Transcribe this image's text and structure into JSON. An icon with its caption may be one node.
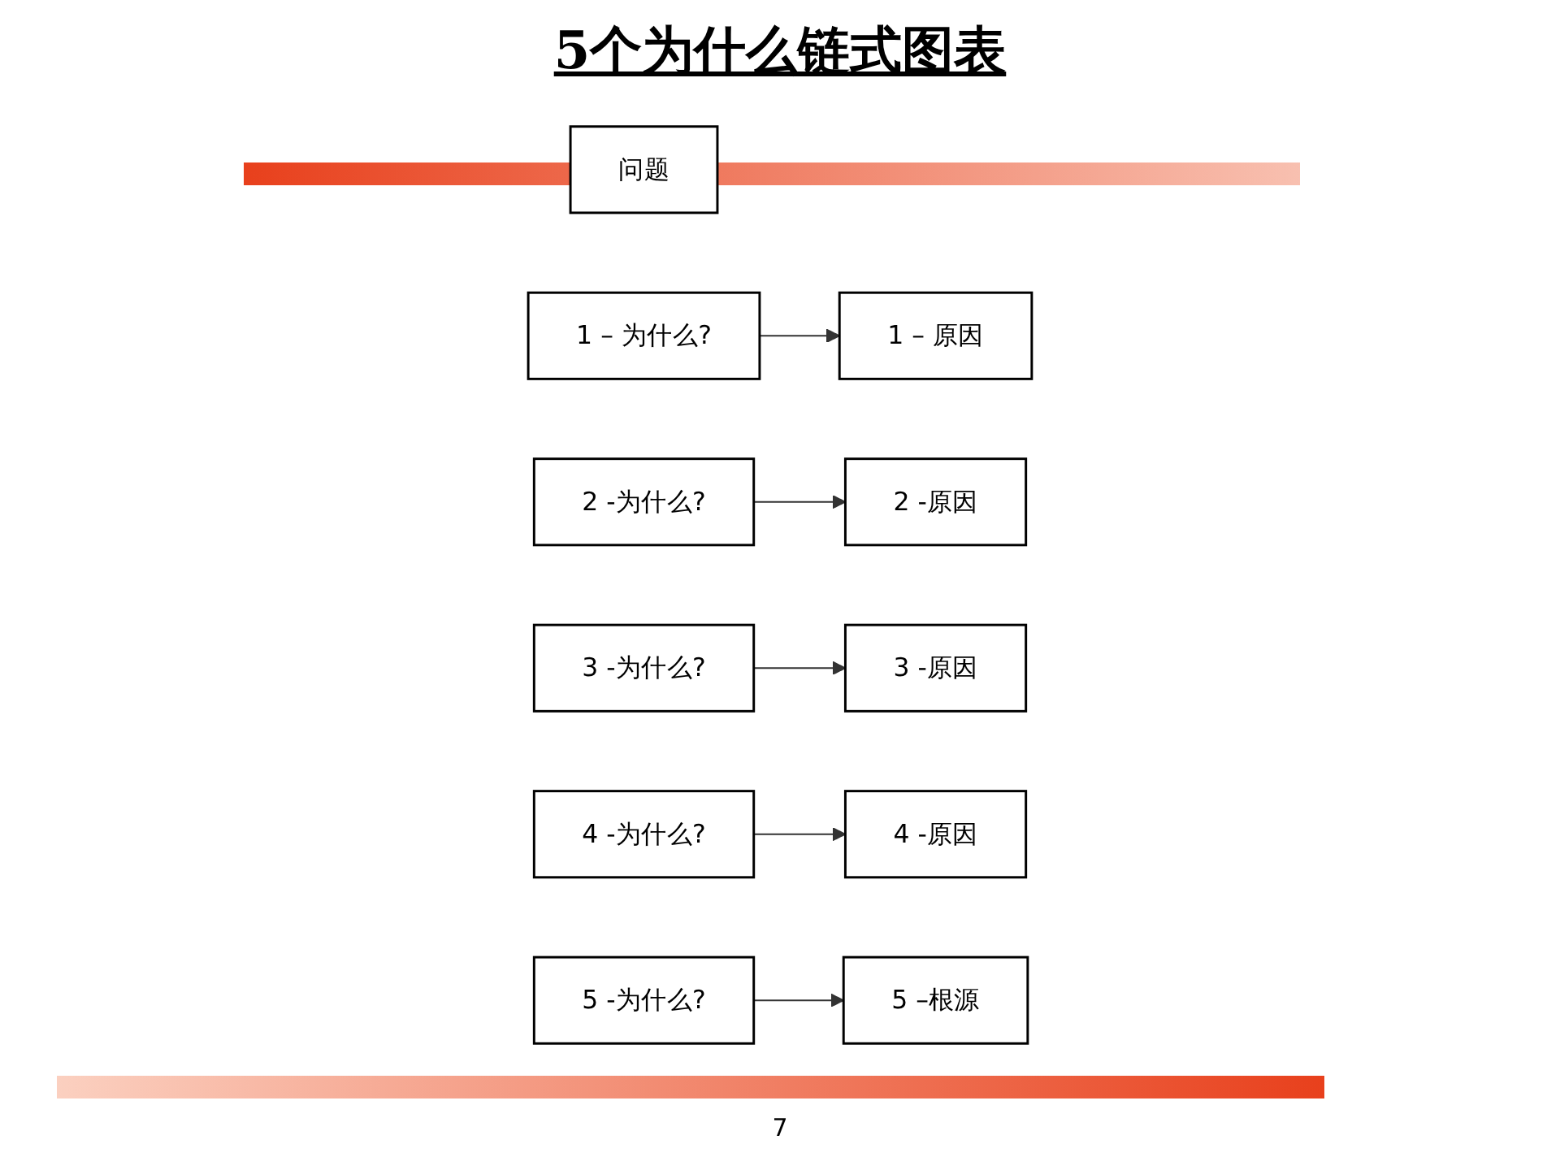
{
  "diagram": {
    "title": "5个为什么链式图表",
    "nodes": [
      {
        "text": [
          "问题"
        ]
      },
      {
        "text": [
          "1 – 为什么?"
        ]
      },
      {
        "text": [
          "1 – 原因"
        ]
      },
      {
        "text": [
          "2 -为什么?"
        ]
      },
      {
        "text": [
          "2 -原因"
        ]
      },
      {
        "text": [
          "3 -为什么?"
        ]
      },
      {
        "text": [
          "3 -原因"
        ]
      },
      {
        "text": [
          "4 -为什么?"
        ]
      },
      {
        "text": [
          "4 -原因"
        ]
      },
      {
        "text": [
          "5 -为什么?"
        ]
      },
      {
        "text": [
          "5 –根源"
        ]
      }
    ],
    "edges": [
      {
        "from": 1,
        "to": 2,
        "arrow": "to"
      },
      {
        "from": 3,
        "to": 4,
        "arrow": "to"
      },
      {
        "from": 5,
        "to": 6,
        "arrow": "to"
      },
      {
        "from": 7,
        "to": 8,
        "arrow": "to"
      },
      {
        "from": 9,
        "to": 10,
        "arrow": "to"
      }
    ],
    "labels": [
      "7"
    ]
  }
}
